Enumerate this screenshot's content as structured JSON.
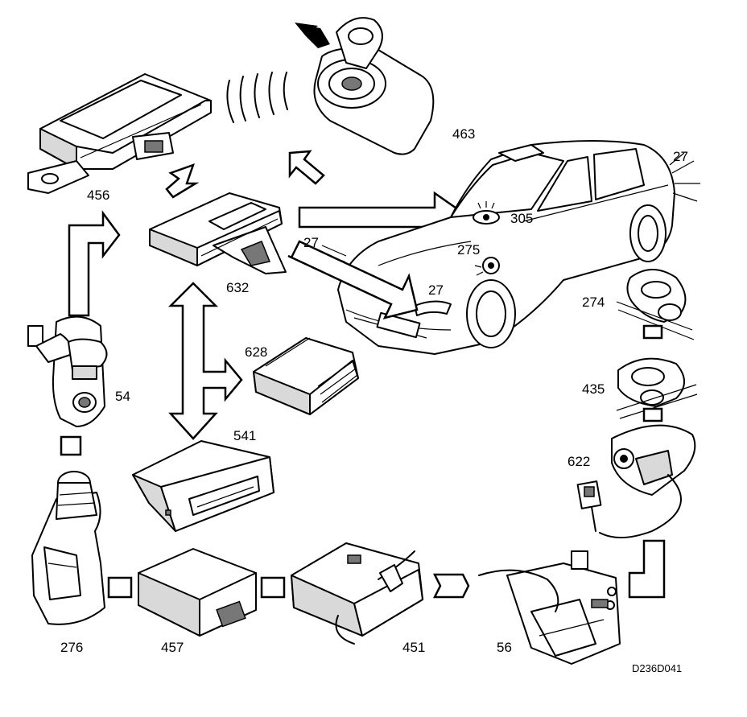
{
  "components": {
    "c456": "456",
    "c463": "463",
    "c27_rear": "27",
    "c632": "632",
    "c305": "305",
    "c27_left": "27",
    "c275": "275",
    "c27_front": "27",
    "c274": "274",
    "c628": "628",
    "c435": "435",
    "c54": "54",
    "c541": "541",
    "c622": "622",
    "c276": "276",
    "c457": "457",
    "c451": "451",
    "c56": "56"
  },
  "figure_code": "D236D041"
}
